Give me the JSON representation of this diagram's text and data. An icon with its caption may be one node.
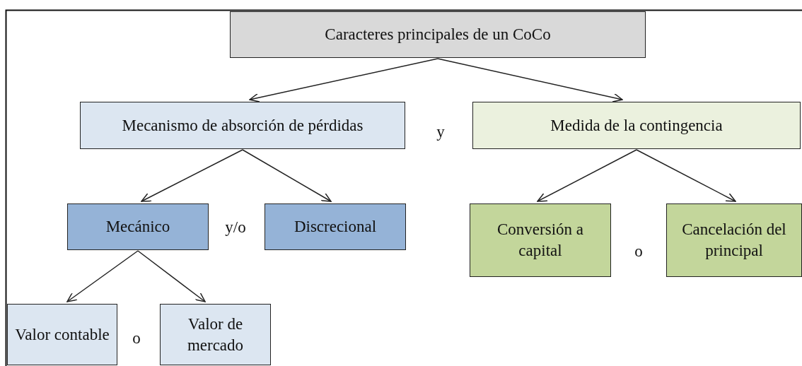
{
  "diagram": {
    "nodes": [
      {
        "text": [
          "Caracteres principales de un CoCo"
        ]
      },
      {
        "text": [
          "Mecanismo de absorción de pérdidas"
        ]
      },
      {
        "text": [
          "Medida de la contingencia"
        ]
      },
      {
        "text": [
          "Mecánico"
        ]
      },
      {
        "text": [
          "Discrecional"
        ]
      },
      {
        "text": [
          "Conversión a capital"
        ]
      },
      {
        "text": [
          "Cancelación del principal"
        ]
      },
      {
        "text": [
          "Valor contable"
        ]
      },
      {
        "text": [
          "Valor de mercado"
        ]
      }
    ],
    "edges": [
      {
        "from": 0,
        "to": 1,
        "arrow": "to"
      },
      {
        "from": 0,
        "to": 2,
        "arrow": "to"
      },
      {
        "from": 1,
        "to": 3,
        "arrow": "to"
      },
      {
        "from": 1,
        "to": 4,
        "arrow": "to"
      },
      {
        "from": 2,
        "to": 5,
        "arrow": "to"
      },
      {
        "from": 2,
        "to": 6,
        "arrow": "to"
      },
      {
        "from": 3,
        "to": 7,
        "arrow": "to"
      },
      {
        "from": 3,
        "to": 8,
        "arrow": "to"
      }
    ],
    "labels": [
      "y",
      "y/o",
      "o",
      "o"
    ]
  }
}
